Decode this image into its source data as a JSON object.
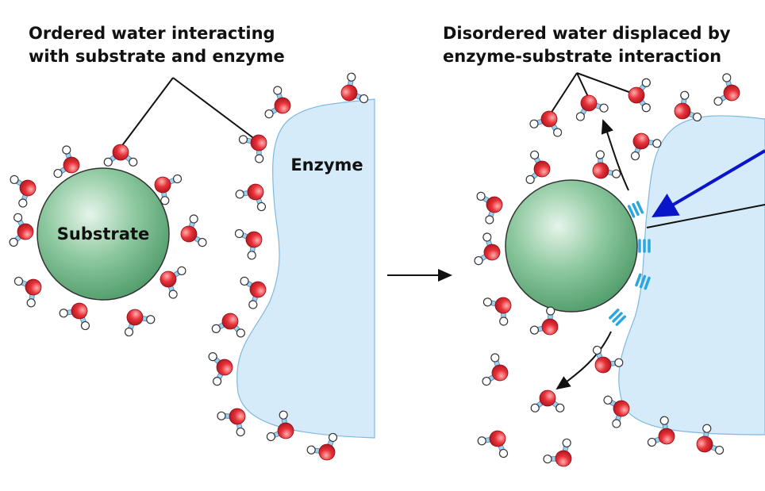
{
  "left_panel": {
    "caption_line1": "Ordered water interacting",
    "caption_line2": "with substrate and enzyme",
    "substrate_label": "Substrate",
    "enzyme_label": "Enzyme"
  },
  "right_panel": {
    "caption_line1": "Disordered water displaced by",
    "caption_line2": "enzyme-substrate interaction"
  },
  "colors": {
    "substrate": "#5fae78",
    "enzyme": "#d6ebfa",
    "oxygen": "#e0242c",
    "bond": "#8fc4e6",
    "interaction": "#2aa6e0",
    "pointer": "#0a14c8"
  }
}
